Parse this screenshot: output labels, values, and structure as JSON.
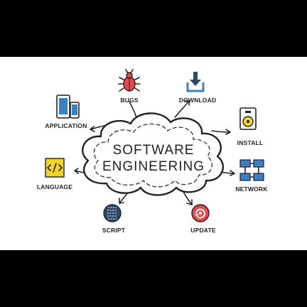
{
  "center": {
    "line1": "SOFTWARE",
    "line2": "ENGINEERING"
  },
  "nodes": {
    "bugs": {
      "label": "BUGS",
      "icon": "bug-icon"
    },
    "download": {
      "label": "DOWNLOAD",
      "icon": "download-icon"
    },
    "application": {
      "label": "APPLICATION",
      "icon": "devices-icon"
    },
    "install": {
      "label": "INSTALL",
      "icon": "install-icon"
    },
    "language": {
      "label": "LANGUAGE",
      "icon": "code-icon"
    },
    "network": {
      "label": "NETWORK",
      "icon": "network-icon"
    },
    "script": {
      "label": "SCRIPT",
      "icon": "script-icon"
    },
    "update": {
      "label": "UPDATE",
      "icon": "update-icon"
    }
  },
  "colors": {
    "background": "#000000",
    "canvas": "#ffffff",
    "ink": "#222222",
    "red": "#e8474c",
    "blue": "#3b7fc4",
    "yellow": "#f2d32a",
    "navy": "#2d4a6a"
  }
}
